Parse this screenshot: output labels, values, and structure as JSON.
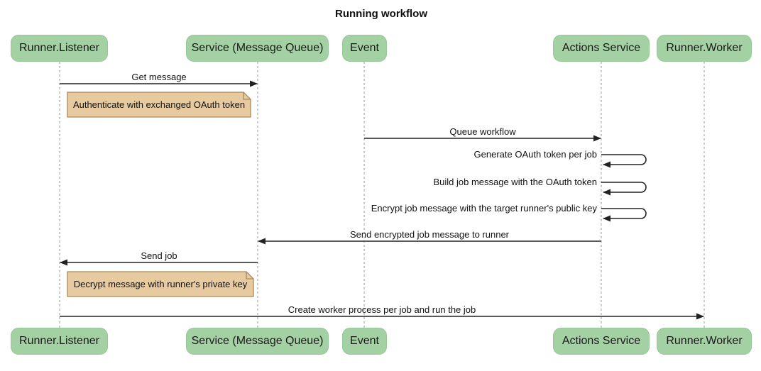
{
  "title": "Running workflow",
  "colors": {
    "actor_fill": "#A3D1A3",
    "actor_border": "#96C796",
    "note_fill": "#E8CAA0",
    "note_border": "#A98A59",
    "line": "#222222",
    "lifeline": "#999999"
  },
  "diagram_type": "sequence",
  "participants": [
    {
      "label": "Runner.Listener"
    },
    {
      "label": "Service (Message Queue)"
    },
    {
      "label": "Event"
    },
    {
      "label": "Actions Service"
    },
    {
      "label": "Runner.Worker"
    }
  ],
  "messages": [
    {
      "type": "solid",
      "from": "Runner.Listener",
      "to": "Service (Message Queue)",
      "label": "Get message"
    },
    {
      "type": "note",
      "over": "Runner.Listener",
      "label": "Authenticate with exchanged OAuth token"
    },
    {
      "type": "solid",
      "from": "Event",
      "to": "Actions Service",
      "label": "Queue workflow"
    },
    {
      "type": "self",
      "actor": "Actions Service",
      "label": "Generate OAuth token per job"
    },
    {
      "type": "self",
      "actor": "Actions Service",
      "label": "Build job message with the OAuth token"
    },
    {
      "type": "self",
      "actor": "Actions Service",
      "label": "Encrypt job message with the target runner's public key"
    },
    {
      "type": "solid",
      "from": "Actions Service",
      "to": "Service (Message Queue)",
      "label": "Send encrypted job message to runner"
    },
    {
      "type": "solid",
      "from": "Service (Message Queue)",
      "to": "Runner.Listener",
      "label": "Send job"
    },
    {
      "type": "note",
      "over": "Runner.Listener",
      "label": "Decrypt message with runner's private key"
    },
    {
      "type": "solid",
      "from": "Runner.Listener",
      "to": "Runner.Worker",
      "label": "Create worker process per job and run the job"
    }
  ]
}
